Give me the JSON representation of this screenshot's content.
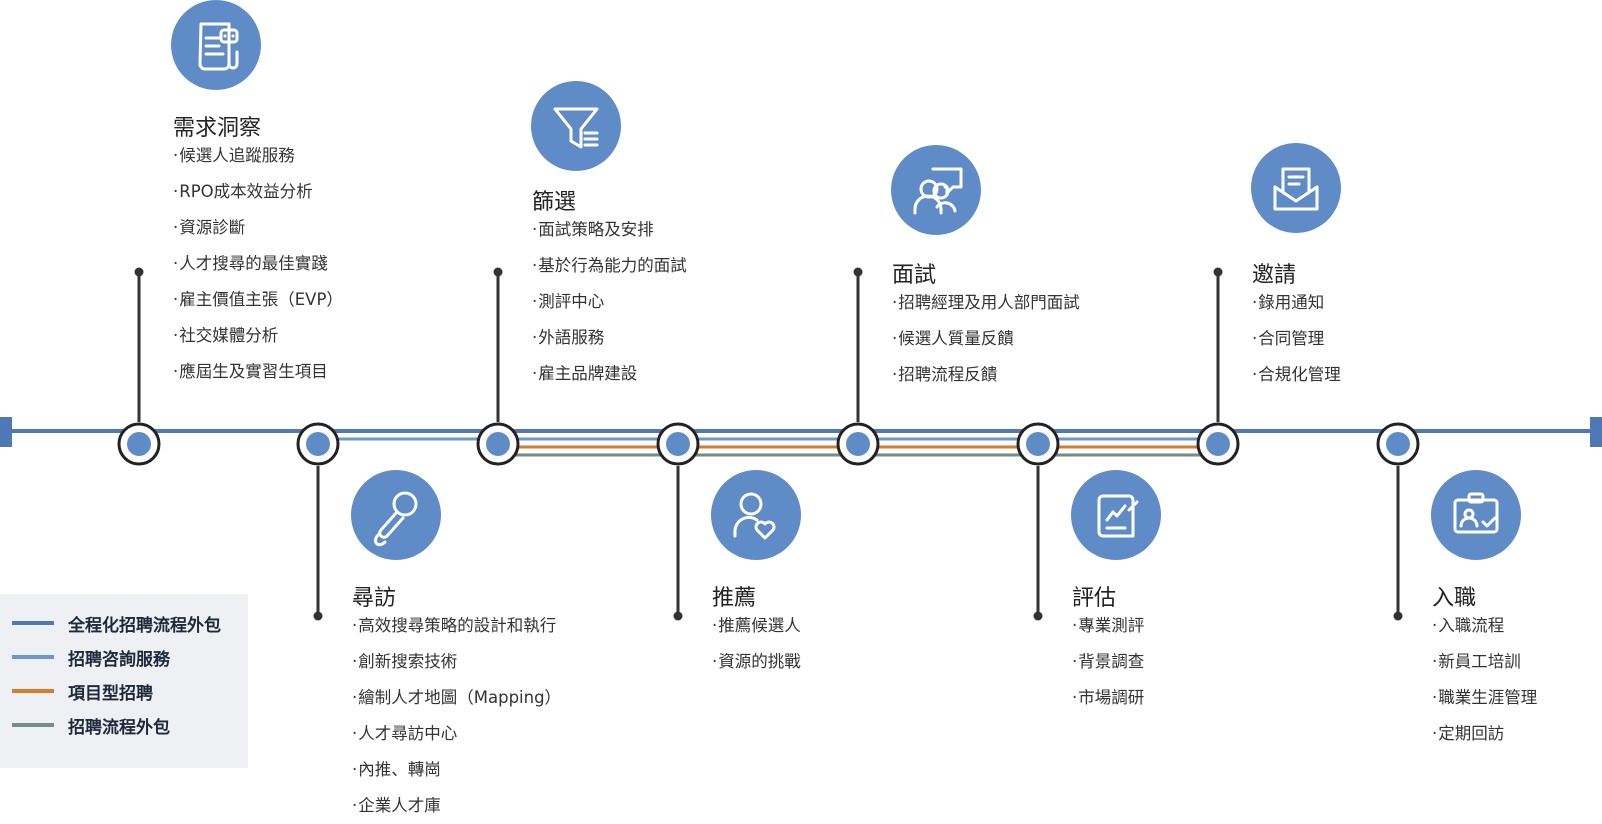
{
  "colors": {
    "timeline": "#4f79b6",
    "consulting": "#6e97cf",
    "project": "#d97a2e",
    "process": "#6d8f86",
    "icon_bg": "#5f8cc6",
    "connector": "#333333"
  },
  "stages": [
    {
      "id": "need",
      "title": "需求洞察",
      "icon": "document-chat-icon",
      "items": [
        "候選人追蹤服務",
        "RPO成本效益分析",
        "資源診斷",
        "人才搜尋的最佳實踐",
        "雇主價值主張（EVP）",
        "社交媒體分析",
        "應屆生及實習生項目"
      ]
    },
    {
      "id": "sourcing",
      "title": "尋訪",
      "icon": "microphone-icon",
      "items": [
        "高效搜尋策略的設計和執行",
        "創新搜索技術",
        "繪制人才地圖（Mapping）",
        "人才尋訪中心",
        "內推、轉崗",
        "企業人才庫"
      ]
    },
    {
      "id": "screening",
      "title": "篩選",
      "icon": "filter-icon",
      "items": [
        "面試策略及安排",
        "基於行為能力的面試",
        "測評中心",
        "外語服務",
        "雇主品牌建設"
      ]
    },
    {
      "id": "recommend",
      "title": "推薦",
      "icon": "person-heart-icon",
      "items": [
        "推薦候選人",
        "資源的挑戰"
      ]
    },
    {
      "id": "interview",
      "title": "面試",
      "icon": "people-chat-icon",
      "items": [
        "招聘經理及用人部門面試",
        "候選人質量反饋",
        "招聘流程反饋"
      ]
    },
    {
      "id": "assess",
      "title": "評估",
      "icon": "checklist-icon",
      "items": [
        "專業測評",
        "背景調查",
        "市場調研"
      ]
    },
    {
      "id": "invite",
      "title": "邀請",
      "icon": "envelope-icon",
      "items": [
        "錄用通知",
        "合同管理",
        "合規化管理"
      ]
    },
    {
      "id": "onboard",
      "title": "入職",
      "icon": "id-card-icon",
      "items": [
        "入職流程",
        "新員工培訓",
        "職業生涯管理",
        "定期回訪"
      ]
    }
  ],
  "legend": [
    {
      "label": "全程化招聘流程外包",
      "color": "#4f79b6"
    },
    {
      "label": "招聘咨詢服務",
      "color": "#6e97cf"
    },
    {
      "label": "項目型招聘",
      "color": "#d97a2e"
    },
    {
      "label": "招聘流程外包",
      "color": "#6d8f86"
    }
  ]
}
